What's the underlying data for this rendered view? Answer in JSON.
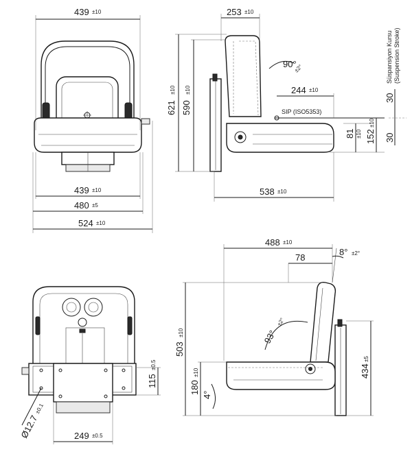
{
  "front_view": {
    "width_top": "439",
    "width_top_tol": "±10",
    "width_seat": "439",
    "width_seat_tol": "±10",
    "width_base": "480",
    "width_base_tol": "±5",
    "width_total": "524",
    "width_total_tol": "±10"
  },
  "side_view_upright": {
    "depth_back": "253",
    "depth_back_tol": "±10",
    "height_total": "621",
    "height_total_tol": "±10",
    "height_back": "590",
    "height_back_tol": "±10",
    "angle_back": "90°",
    "angle_back_tol": "±2°",
    "sip_to_front": "244",
    "sip_to_front_tol": "±10",
    "sip_label": "SIP (ISO5353)",
    "offset_small": "81",
    "offset_small_tol": "±10",
    "sip_height": "152",
    "sip_height_tol": "±10",
    "depth_total": "538",
    "depth_total_tol": "±10",
    "stroke_up": "30",
    "stroke_down": "30",
    "suspension_label_tr": "Süspansiyon Kursu",
    "suspension_label_en": "(Suspension Stroke)"
  },
  "rear_view": {
    "height_mount": "115",
    "height_mount_tol": "±0.5",
    "hole_dia": "Ø12.7",
    "hole_dia_tol": "±0.1",
    "mount_width": "249",
    "mount_width_tol": "±0.5"
  },
  "side_view_reclined": {
    "length_total": "488",
    "length_total_tol": "±10",
    "top_offset": "78",
    "angle_tilt": "8°",
    "angle_tilt_tol": "±2°",
    "angle_back": "93°",
    "angle_back_tol": "±2°",
    "height_total": "503",
    "height_total_tol": "±10",
    "height_seat": "180",
    "height_seat_tol": "±10",
    "angle_seat": "4°",
    "height_rail": "434",
    "height_rail_tol": "±5"
  }
}
